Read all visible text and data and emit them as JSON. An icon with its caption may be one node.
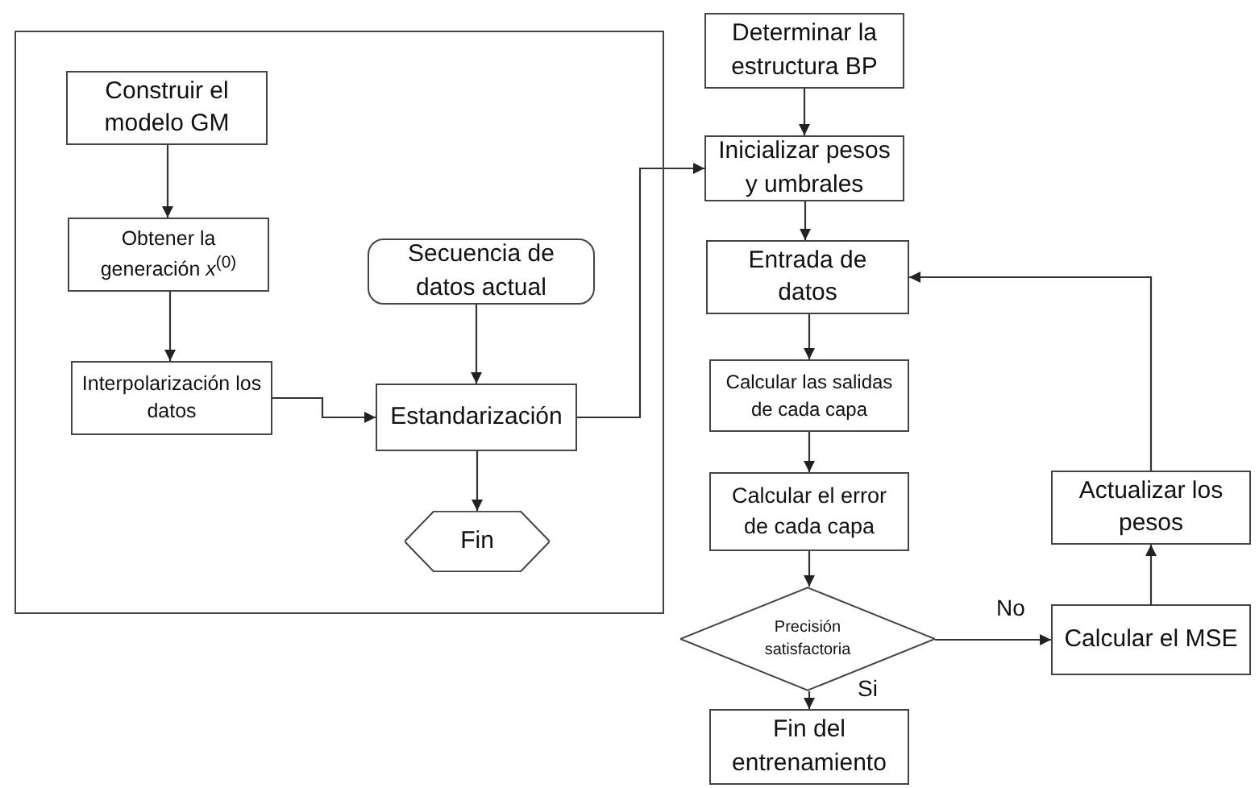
{
  "diagram": {
    "nodes": [
      {
        "text": [],
        "shape": "box"
      },
      {
        "text": [
          "Construir el modelo GM"
        ],
        "in": 0
      },
      {
        "text": [
          "Obtener la generación *x*$^{(0)}$"
        ],
        "in": 0
      },
      {
        "text": [
          "Interpolarización los datos"
        ],
        "in": 0
      },
      {
        "text": [
          "Secuencia de datos actual"
        ],
        "in": 0
      },
      {
        "text": [
          "Estandarización"
        ],
        "in": 0
      },
      {
        "text": [
          "Fin"
        ],
        "in": 0
      },
      {
        "text": [
          "Determinar la estructura BP"
        ]
      },
      {
        "text": [
          "Inicializar pesos y umbrales"
        ]
      },
      {
        "text": [
          "Entrada de datos"
        ]
      },
      {
        "text": [
          "Calcular las salidas de cada capa"
        ]
      },
      {
        "text": [
          "Calcular el error de cada capa"
        ]
      },
      {
        "text": [
          "Precisión satisfactoria"
        ]
      },
      {
        "text": [
          "Actualizar los pesos"
        ]
      },
      {
        "text": [
          "Calcular el MSE"
        ]
      },
      {
        "text": [
          "Fin del entrenamiento"
        ]
      }
    ],
    "edges": [
      {
        "from": 1,
        "to": 2,
        "arrow": "to"
      },
      {
        "from": 2,
        "to": 3,
        "arrow": "to"
      },
      {
        "from": 3,
        "to": 5,
        "arrow": "to"
      },
      {
        "from": 4,
        "to": 5,
        "arrow": "to"
      },
      {
        "from": 5,
        "to": 6,
        "arrow": "to"
      },
      {
        "from": 5,
        "to": 8,
        "arrow": "to"
      },
      {
        "from": 7,
        "to": 8,
        "arrow": "to"
      },
      {
        "from": 8,
        "to": 9,
        "arrow": "to"
      },
      {
        "from": 9,
        "to": 10,
        "arrow": "to"
      },
      {
        "from": 10,
        "to": 11,
        "arrow": "to"
      },
      {
        "from": 11,
        "to": 12,
        "arrow": "to"
      },
      {
        "from": 12,
        "to": 15,
        "label": "Si",
        "arrow": "to"
      },
      {
        "from": 12,
        "to": 14,
        "label": "No",
        "arrow": "to"
      },
      {
        "from": 14,
        "to": 13,
        "arrow": "to"
      },
      {
        "from": 13,
        "to": 9,
        "arrow": "to"
      }
    ]
  }
}
